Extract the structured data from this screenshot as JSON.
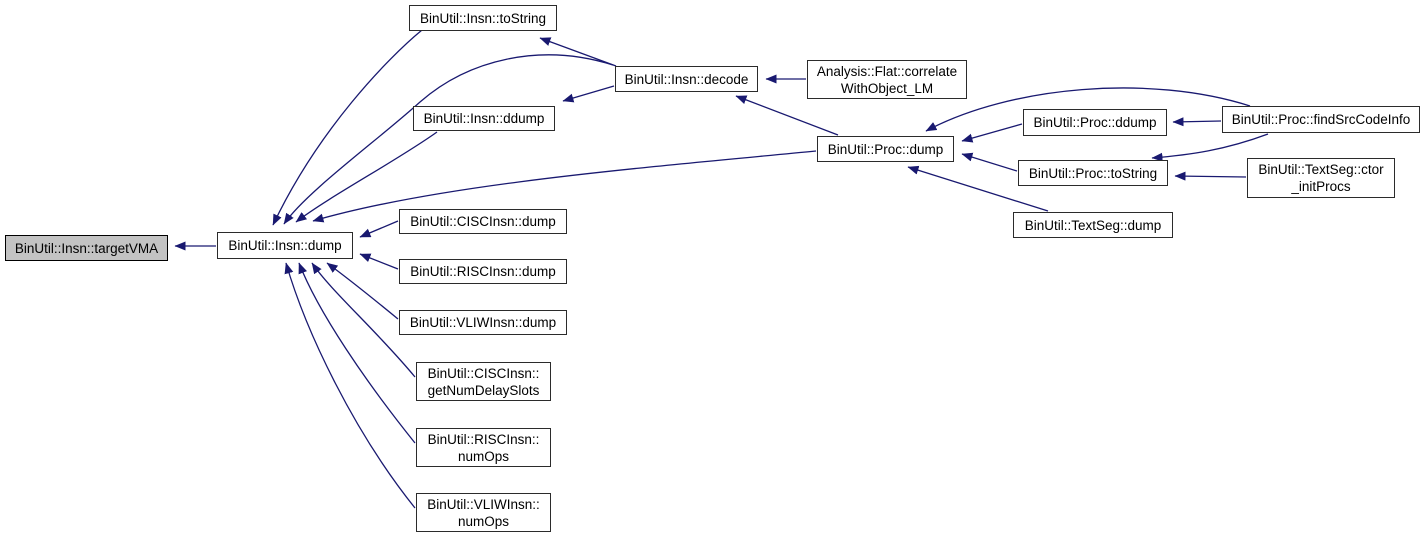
{
  "diagram": {
    "type": "doxygen-caller-graph",
    "colors": {
      "background": "#ffffff",
      "edge": "#191970",
      "node_border": "#2b2b2b",
      "node_fill": "#ffffff",
      "highlighted_node_fill": "#c3c3c3"
    },
    "nodes": {
      "insn_targetVMA": {
        "label": "BinUtil::Insn::targetVMA",
        "highlighted": true
      },
      "insn_dump": {
        "label": "BinUtil::Insn::dump"
      },
      "insn_toString": {
        "label": "BinUtil::Insn::toString"
      },
      "insn_ddump": {
        "label": "BinUtil::Insn::ddump"
      },
      "insn_decode": {
        "label": "BinUtil::Insn::decode"
      },
      "flat_correlate": {
        "line1": "Analysis::Flat::correlate",
        "line2": "WithObject_LM"
      },
      "proc_dump": {
        "label": "BinUtil::Proc::dump"
      },
      "proc_ddump": {
        "label": "BinUtil::Proc::ddump"
      },
      "proc_findSrcCodeInfo": {
        "label": "BinUtil::Proc::findSrcCodeInfo"
      },
      "proc_toString": {
        "label": "BinUtil::Proc::toString"
      },
      "textseg_ctor": {
        "line1": "BinUtil::TextSeg::ctor",
        "line2": "_initProcs"
      },
      "textseg_dump": {
        "label": "BinUtil::TextSeg::dump"
      },
      "cisc_dump": {
        "label": "BinUtil::CISCInsn::dump"
      },
      "risc_dump": {
        "label": "BinUtil::RISCInsn::dump"
      },
      "vliw_dump": {
        "label": "BinUtil::VLIWInsn::dump"
      },
      "cisc_getNumDelaySlots": {
        "line1": "BinUtil::CISCInsn::",
        "line2": "getNumDelaySlots"
      },
      "risc_numOps": {
        "line1": "BinUtil::RISCInsn::",
        "line2": "numOps"
      },
      "vliw_numOps": {
        "line1": "BinUtil::VLIWInsn::",
        "line2": "numOps"
      }
    },
    "edges": [
      {
        "from": "insn_dump",
        "to": "insn_targetVMA"
      },
      {
        "from": "insn_toString",
        "to": "insn_dump"
      },
      {
        "from": "insn_decode",
        "to": "insn_toString"
      },
      {
        "from": "insn_decode",
        "to": "insn_ddump"
      },
      {
        "from": "insn_decode",
        "to": "insn_dump"
      },
      {
        "from": "insn_ddump",
        "to": "insn_dump"
      },
      {
        "from": "proc_dump",
        "to": "insn_dump"
      },
      {
        "from": "proc_dump",
        "to": "insn_decode"
      },
      {
        "from": "flat_correlate",
        "to": "insn_decode"
      },
      {
        "from": "proc_ddump",
        "to": "proc_dump"
      },
      {
        "from": "proc_toString",
        "to": "proc_dump"
      },
      {
        "from": "proc_findSrcCodeInfo",
        "to": "proc_ddump"
      },
      {
        "from": "proc_findSrcCodeInfo",
        "to": "proc_toString"
      },
      {
        "from": "proc_findSrcCodeInfo",
        "to": "proc_dump"
      },
      {
        "from": "textseg_ctor",
        "to": "proc_toString"
      },
      {
        "from": "textseg_dump",
        "to": "proc_dump"
      },
      {
        "from": "cisc_dump",
        "to": "insn_dump"
      },
      {
        "from": "risc_dump",
        "to": "insn_dump"
      },
      {
        "from": "vliw_dump",
        "to": "insn_dump"
      },
      {
        "from": "cisc_getNumDelaySlots",
        "to": "insn_dump"
      },
      {
        "from": "risc_numOps",
        "to": "insn_dump"
      },
      {
        "from": "vliw_numOps",
        "to": "insn_dump"
      }
    ]
  }
}
